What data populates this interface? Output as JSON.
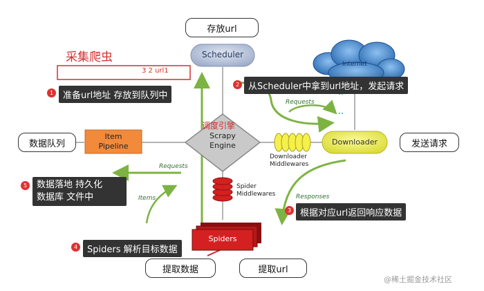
{
  "title": "采集爬虫",
  "url_queue_text": "3  2 url1",
  "top_box": "存放url",
  "scheduler": "Scheduler",
  "internet": "Internet",
  "engine_cn": "调度引擎",
  "engine_line1": "Scrapy",
  "engine_line2": "Engine",
  "item_pipeline_line1": "Item",
  "item_pipeline_line2": "Pipeline",
  "downloader": "Downloader",
  "downloader_mw_line1": "Downloader",
  "downloader_mw_line2": "Middlewares",
  "spider_mw_line1": "Spider",
  "spider_mw_line2": "Middlewares",
  "spiders": "Spiders",
  "requests_top": "Requests",
  "requests_left": "Requests",
  "responses": "Responses",
  "items": "Items",
  "left_box": "数据队列",
  "right_box": "发送请求",
  "bottom_left_box": "提取数据",
  "bottom_right_box": "提取url",
  "steps": [
    {
      "num": "1",
      "text": "准备url地址 存放到队列中"
    },
    {
      "num": "2",
      "text": "从Scheduler中拿到url地址，发起请求"
    },
    {
      "num": "3",
      "text": "根据对应url返回响应数据"
    },
    {
      "num": "4",
      "text": "Spiders 解析目标数据"
    },
    {
      "num": "5",
      "text": "数据落地 持久化"
    }
  ],
  "step5_line2": "数据库  文件中",
  "watermark": "@稀土掘金技术社区",
  "colors": {
    "arrow_green": "#7db342",
    "title_red": "#d32f2f",
    "scheduler_fill": "#b7c4dc",
    "downloader_fill": "#e6e64a",
    "pipeline_fill": "#f28a3c",
    "spiders_fill": "#d42020",
    "internet_fill": "#4a86c8"
  }
}
